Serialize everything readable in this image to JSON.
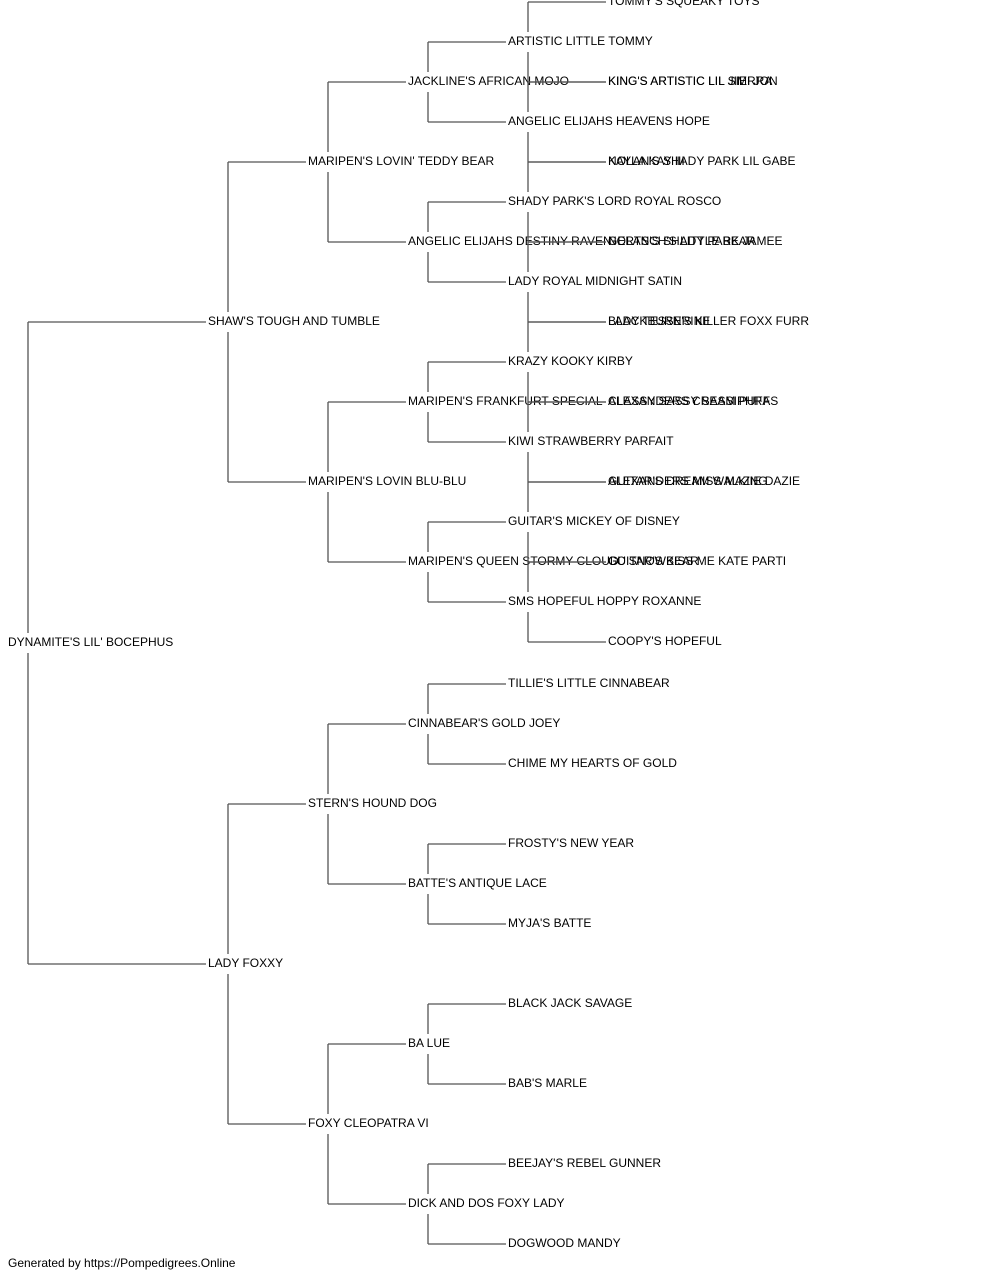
{
  "pedigree": {
    "subject": {
      "label": "DYNAMITE'S LIL' BOCEPHUS"
    },
    "sire": {
      "label": "SHAW'S TOUGH AND TUMBLE",
      "sire": {
        "label": "MARIPEN'S LOVIN' TEDDY BEAR",
        "sire": {
          "label": "JACKLINE'S AFRICAN MOJO",
          "sire": {
            "label": "ARTISTIC LITTLE TOMMY",
            "sire": {
              "label": "TOMMY'S SQUEAKY TOYS"
            },
            "dam": {
              "label": "KING'S ARTISTIC LIL SIERRA"
            }
          },
          "dam": {
            "label": "ANGELIC ELIJAHS HEAVENS HOPE",
            "sire": {
              "label": "KING'S ARTISTIC LIL JIMI JON"
            },
            "dam": {
              "label": "KAYLA KAY III"
            }
          }
        },
        "dam": {
          "label": "ANGELIC ELIJAHS DESTINY RAVEN",
          "sire": {
            "label": "SHADY PARK'S LORD ROYAL ROSCO",
            "sire": {
              "label": "NOLAN'S SHADY PARK LIL GABE"
            },
            "dam": {
              "label": "NOLAN'S SHADY PARK JAMEE"
            }
          },
          "dam": {
            "label": "LADY ROYAL MIDNIGHT SATIN",
            "sire": {
              "label": "GERTSCH'S LITTLE BEAR"
            },
            "dam": {
              "label": "LADY TESSERINE"
            }
          }
        }
      },
      "dam": {
        "label": "MARIPEN'S LOVIN BLU-BLU",
        "sire": {
          "label": "MARIPEN'S FRANKFURT SPECIAL",
          "sire": {
            "label": "KRAZY KOOKY KIRBY",
            "sire": {
              "label": "BLACKBURN'S KILLER FOXX FURR"
            },
            "dam": {
              "label": "CLASSY SASSY SASSIPHRAS"
            }
          },
          "dam": {
            "label": "KIWI STRAWBERRY PARFAIT",
            "sire": {
              "label": "ALEXANDERS CREAM PUFF"
            },
            "dam": {
              "label": "ALEXANDERS MISS MAZIE DAZIE"
            }
          }
        },
        "dam": {
          "label": "MARIPEN'S QUEEN STORMY CLOUD",
          "sire": {
            "label": "GUITAR'S MICKEY OF DISNEY",
            "sire": {
              "label": "GUITAR'S DREAM WALKING"
            },
            "dam": {
              "label": "GUITAR'S KISS ME KATE PARTI"
            }
          },
          "dam": {
            "label": "SMS HOPEFUL HOPPY ROXANNE",
            "sire": {
              "label": "CC SNOWBEAR"
            },
            "dam": {
              "label": "COOPY'S HOPEFUL"
            }
          }
        }
      }
    },
    "dam": {
      "label": "LADY FOXXY",
      "sire": {
        "label": "STERN'S HOUND DOG",
        "sire": {
          "label": "CINNABEAR'S GOLD JOEY",
          "sire": {
            "label": "TILLIE'S LITTLE CINNABEAR"
          },
          "dam": {
            "label": "CHIME MY HEARTS OF GOLD"
          }
        },
        "dam": {
          "label": "BATTE'S ANTIQUE LACE",
          "sire": {
            "label": "FROSTY'S NEW YEAR"
          },
          "dam": {
            "label": "MYJA'S BATTE"
          }
        }
      },
      "dam": {
        "label": "FOXY CLEOPATRA VI",
        "sire": {
          "label": "BA LUE",
          "sire": {
            "label": "BLACK JACK SAVAGE"
          },
          "dam": {
            "label": "BAB'S MARLE"
          }
        },
        "dam": {
          "label": "DICK AND DOS FOXY LADY",
          "sire": {
            "label": "BEEJAY'S REBEL GUNNER"
          },
          "dam": {
            "label": "DOGWOOD MANDY"
          }
        }
      }
    }
  },
  "footer": {
    "text": "Generated by https://Pompedigrees.Online"
  }
}
